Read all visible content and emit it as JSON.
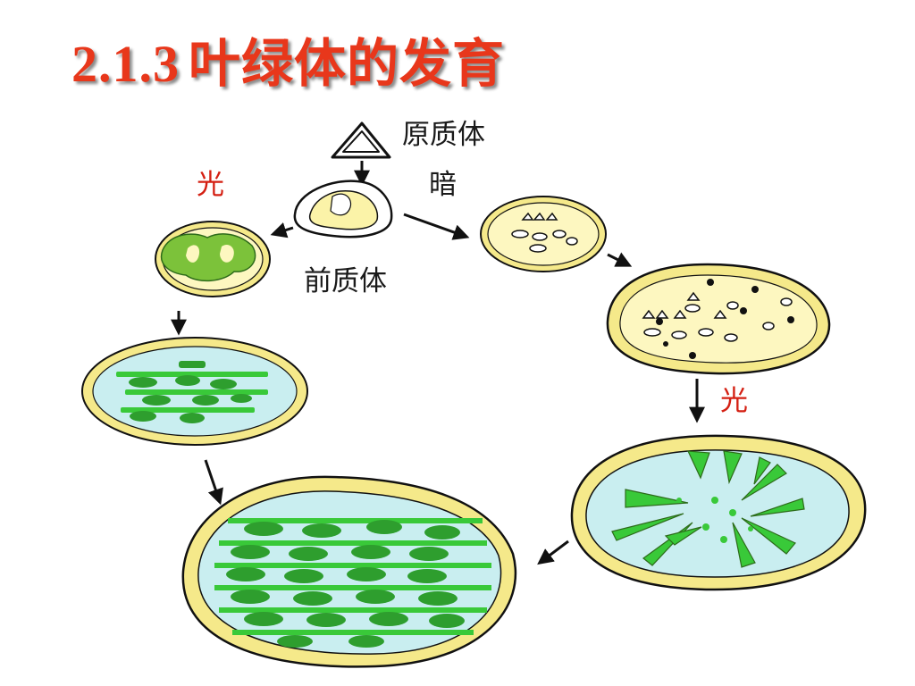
{
  "title": {
    "number": "2.1.3",
    "text": "叶绿体的发育"
  },
  "labels": {
    "proplastid": "原质体",
    "dark": "暗",
    "prochloroplast": "前质体",
    "light_left": "光",
    "light_right": "光"
  },
  "colors": {
    "title": "#e8371b",
    "light_label": "#d41f12",
    "outer_membrane": "#f5e98a",
    "stroma_yellow": "#fdf7c0",
    "stroma_blue": "#c9eef0",
    "grana": "#2e9e2e",
    "grana_light": "#39c939",
    "prolamellar": "#7cc23a"
  }
}
